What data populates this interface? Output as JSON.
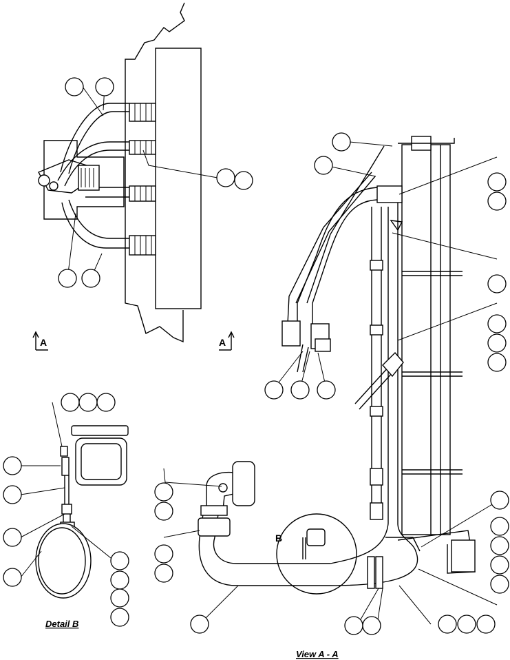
{
  "labels": {
    "section_marker_left": "A",
    "section_marker_right": "A",
    "detail_marker": "B",
    "detail_caption": "Detail B",
    "view_caption": "View A - A"
  }
}
